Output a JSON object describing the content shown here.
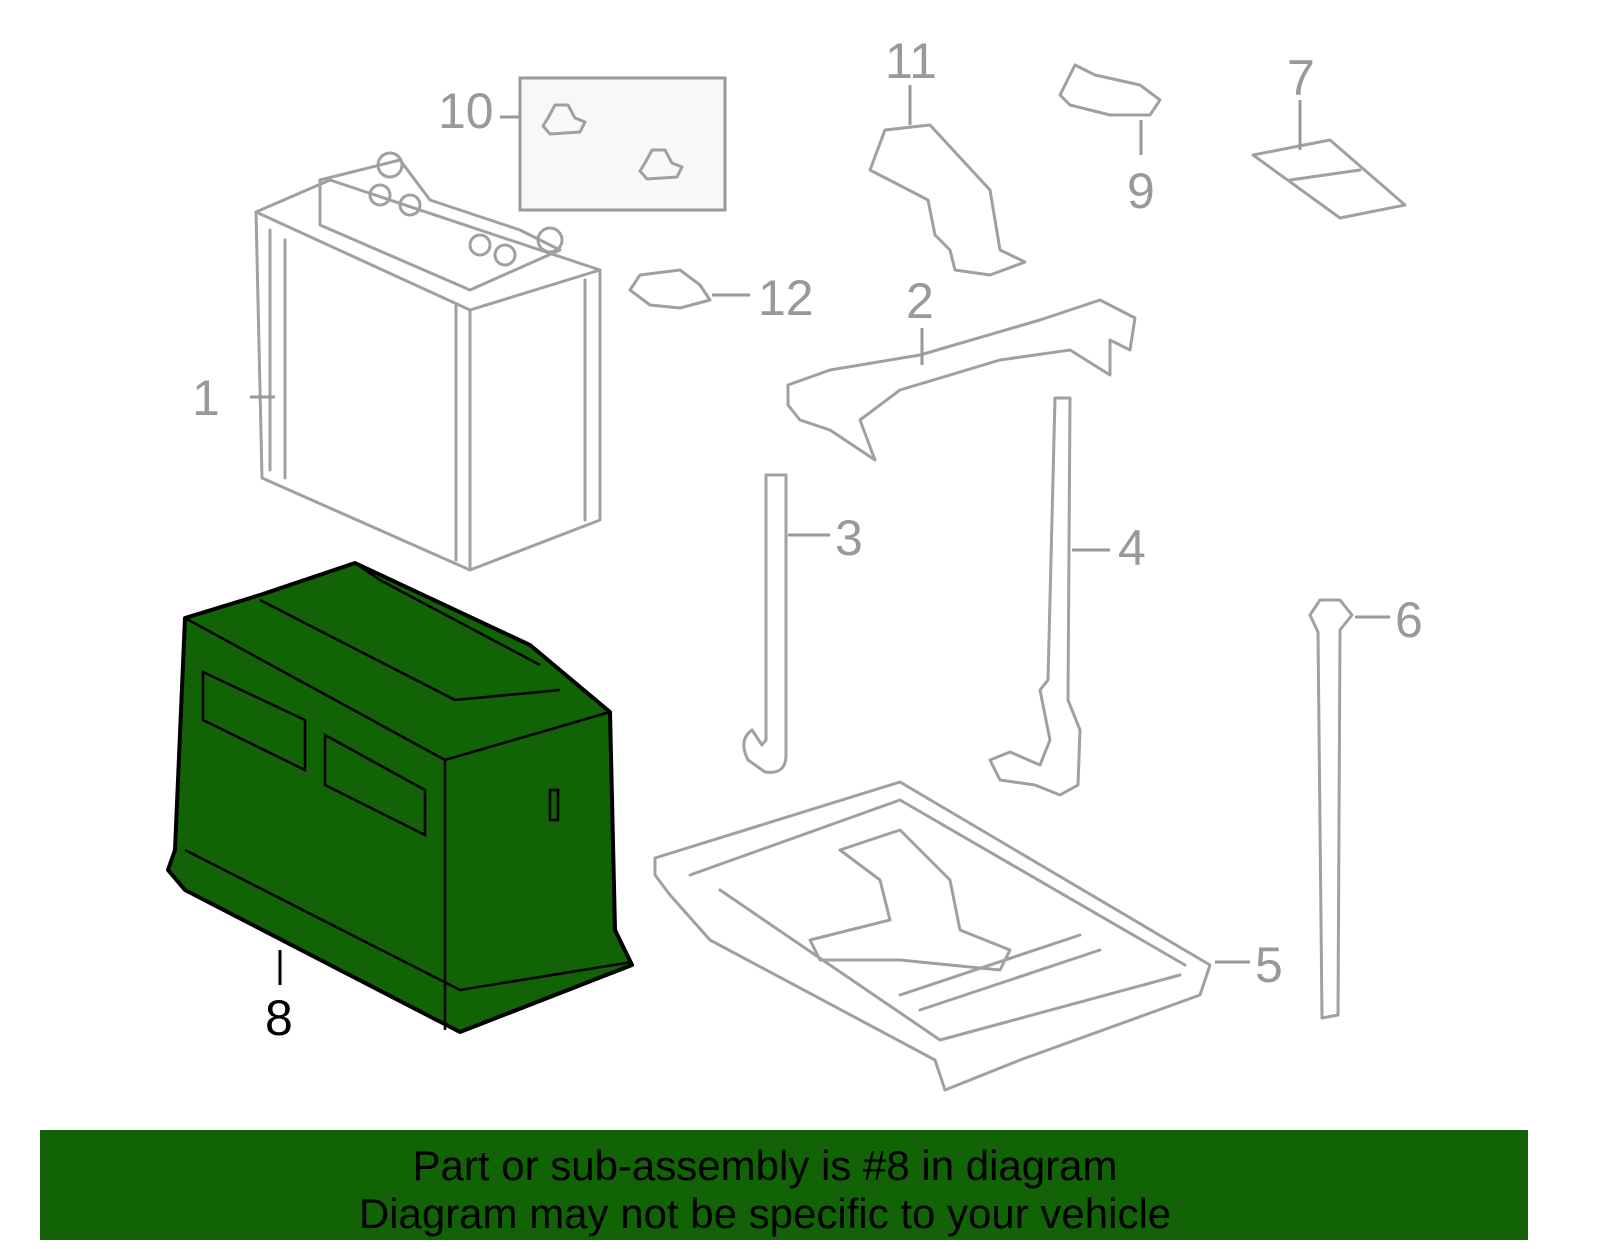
{
  "diagram": {
    "callouts": [
      {
        "id": "1",
        "label": "1"
      },
      {
        "id": "2",
        "label": "2"
      },
      {
        "id": "3",
        "label": "3"
      },
      {
        "id": "4",
        "label": "4"
      },
      {
        "id": "5",
        "label": "5"
      },
      {
        "id": "6",
        "label": "6"
      },
      {
        "id": "7",
        "label": "7"
      },
      {
        "id": "8",
        "label": "8"
      },
      {
        "id": "9",
        "label": "9"
      },
      {
        "id": "10",
        "label": "10"
      },
      {
        "id": "11",
        "label": "11"
      },
      {
        "id": "12",
        "label": "12"
      }
    ],
    "highlight_color": "#116306",
    "line_color": "#a0a0a0"
  },
  "banner": {
    "line1": "Part or sub-assembly is #8 in diagram",
    "line2": "Diagram may not be specific to your vehicle",
    "color": "#116306"
  }
}
